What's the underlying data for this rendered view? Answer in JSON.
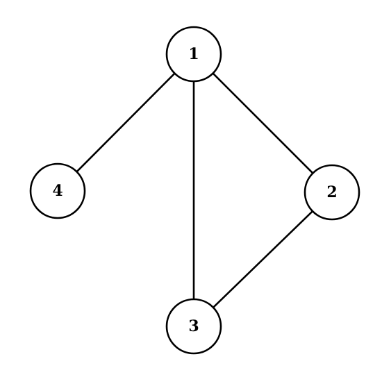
{
  "graph": {
    "nodes": [
      {
        "id": "1",
        "label": "1"
      },
      {
        "id": "2",
        "label": "2"
      },
      {
        "id": "3",
        "label": "3"
      },
      {
        "id": "4",
        "label": "4"
      }
    ],
    "edges": [
      {
        "from": "1",
        "to": "4"
      },
      {
        "from": "1",
        "to": "3"
      },
      {
        "from": "1",
        "to": "2"
      },
      {
        "from": "2",
        "to": "3"
      }
    ],
    "colors": {
      "stroke": "#000000",
      "fill": "#ffffff"
    }
  }
}
